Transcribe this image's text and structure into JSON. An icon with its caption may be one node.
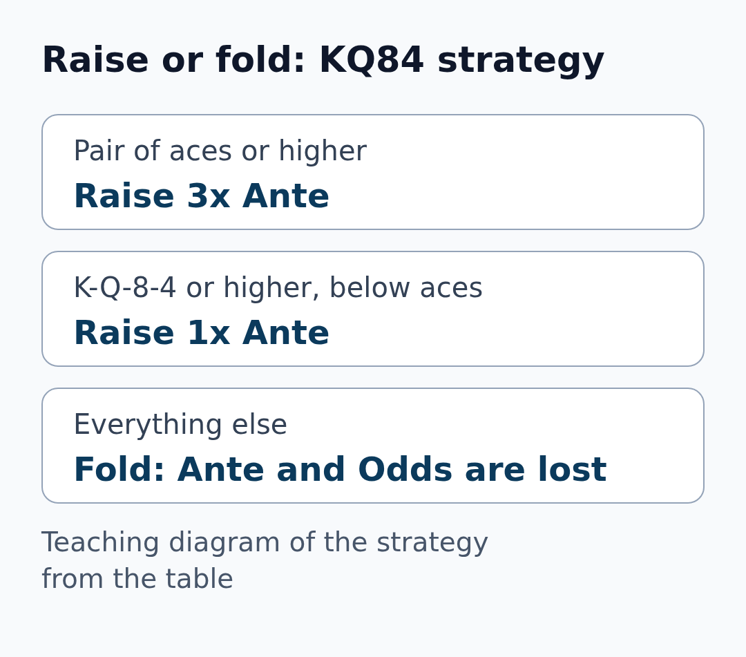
{
  "diagram": {
    "title": "Raise or fold: KQ84 strategy",
    "nodes": [
      {
        "text": [
          "Pair of aces or higher",
          "Raise 3x Ante"
        ]
      },
      {
        "text": [
          "K-Q-8-4 or higher, below aces",
          "Raise 1x Ante"
        ]
      },
      {
        "text": [
          "Everything else",
          "Fold: Ante and Odds are lost"
        ]
      }
    ],
    "edges": [],
    "caption": "Teaching diagram of the strategy from the table"
  }
}
